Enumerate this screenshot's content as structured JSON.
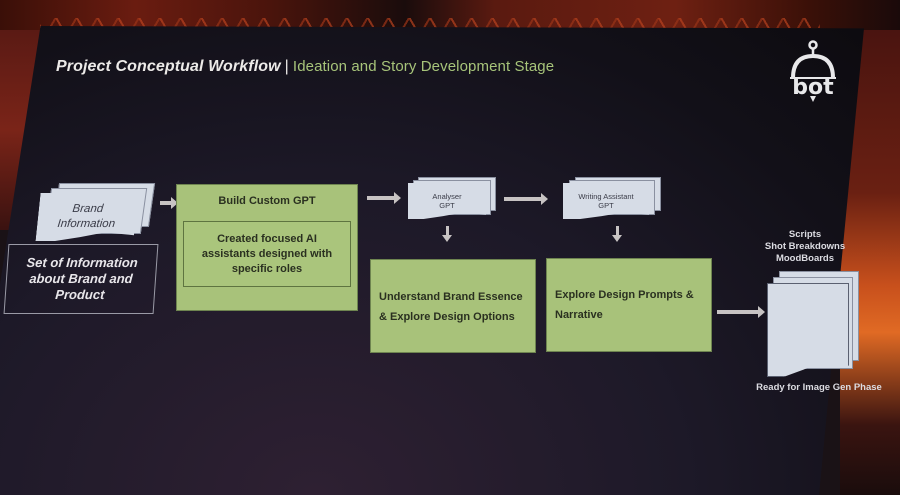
{
  "slide": {
    "title": "Project Conceptual Workflow",
    "separator": "|",
    "subtitle": "Ideation and Story Development Stage",
    "logo_text": "bot",
    "logo_icon": "robot-bell-logo-icon"
  },
  "colors": {
    "title": "#eceae8",
    "subtitle": "#a7c47a",
    "green_box": "#a8c27a",
    "doc_sheet": "#d6dce6",
    "arrow": "#c7c3c3",
    "screen_bg": "#1d1928"
  },
  "nodes": {
    "brand_info": {
      "line1": "Brand",
      "line2": "Information"
    },
    "brand_info_note": {
      "line1": "Set of Information",
      "line2": "about Brand and",
      "line3": "Product"
    },
    "build_gpt": {
      "title": "Build Custom GPT",
      "desc_line1": "Created focused AI",
      "desc_line2": "assistants designed with",
      "desc_line3": "specific roles"
    },
    "analyser": {
      "line1": "Analyser",
      "line2": "GPT"
    },
    "writing_assistant": {
      "line1": "Writing Assistant",
      "line2": "GPT"
    },
    "understand": {
      "line1": "Understand Brand Essence",
      "line2": "& Explore Design Options"
    },
    "explore": {
      "line1": "Explore Design Prompts &",
      "line2": "Narrative"
    },
    "outputs": {
      "line1": "Scripts",
      "line2": "Shot Breakdowns",
      "line3": "MoodBoards"
    },
    "ready": "Ready for Image Gen Phase"
  },
  "edges": [
    [
      "brand_info",
      "build_gpt"
    ],
    [
      "build_gpt",
      "analyser"
    ],
    [
      "analyser",
      "writing_assistant"
    ],
    [
      "analyser",
      "understand"
    ],
    [
      "writing_assistant",
      "explore"
    ],
    [
      "explore",
      "outputs"
    ]
  ]
}
